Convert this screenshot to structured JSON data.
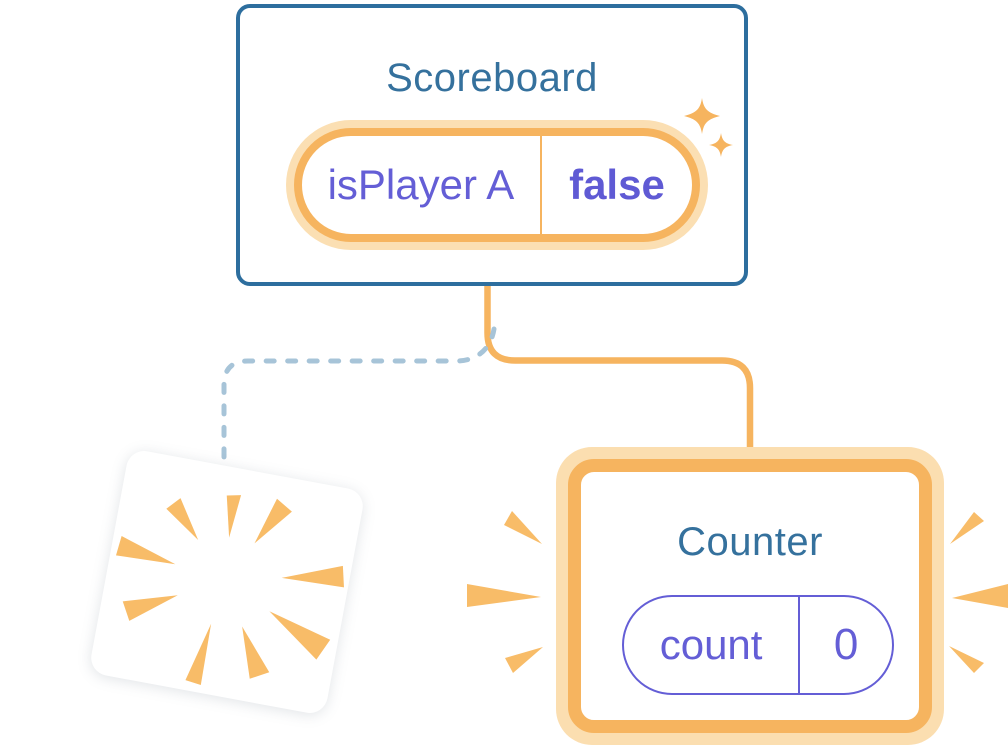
{
  "diagram": {
    "description": "React component-tree state diagram: Scoreboard parent keeps state while a child is removed (poof) and a new Counter child is created with fresh state",
    "background": "#ffffff",
    "scoreboard": {
      "title": "Scoreboard",
      "state_name": "isPlayer A",
      "state_value": "false"
    },
    "counter": {
      "title": "Counter",
      "state_name": "count",
      "state_value": "0"
    },
    "removed_component": {
      "note": "tilted blank card with orange poof burst (component unmounting)"
    },
    "connectors": {
      "active_branch": "solid orange rounded elbow from Scoreboard to Counter",
      "removed_branch": "dashed blue-gray rounded elbow from Scoreboard to removed card"
    },
    "icons": {
      "sparkle-icon": "four-point star ✦ (orange), two at Scoreboard pill corner",
      "poof-burst-icon": "radiating orange wedges inside tilted card",
      "emphasis-rays-icon": "three orange wedges flanking each side of Counter card"
    },
    "colors": {
      "card_border_blue": "#2d6e9e",
      "title_blue": "#35719d",
      "accent_orange": "#f6b45f",
      "halo_orange": "#fbdeb0",
      "burst_orange": "#f8bc68",
      "state_purple": "#645ed6",
      "dashed_blue": "#a7c4d8",
      "card_background": "#ffffff"
    }
  }
}
